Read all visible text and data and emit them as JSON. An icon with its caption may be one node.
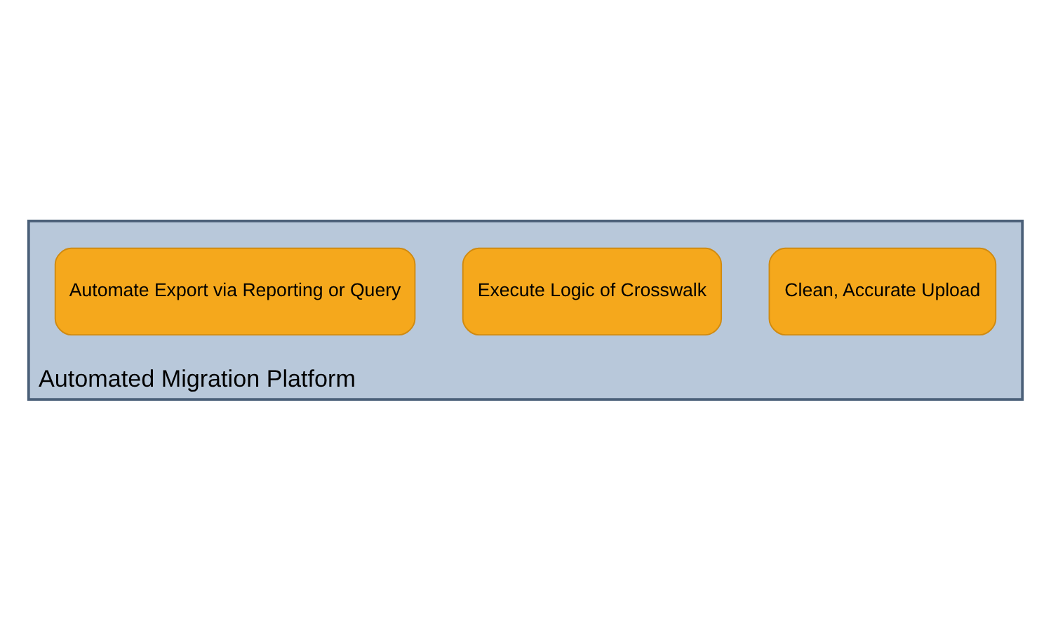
{
  "diagram": {
    "nodes": [
      {
        "text": [
          "Automated Migration Platform"
        ]
      },
      {
        "text": [
          "Automate Export via Reporting or Query"
        ],
        "in": 0
      },
      {
        "text": [
          "Execute Logic of Crosswalk"
        ],
        "in": 0
      },
      {
        "text": [
          "Clean, Accurate Upload"
        ],
        "in": 0
      }
    ],
    "edges": []
  }
}
